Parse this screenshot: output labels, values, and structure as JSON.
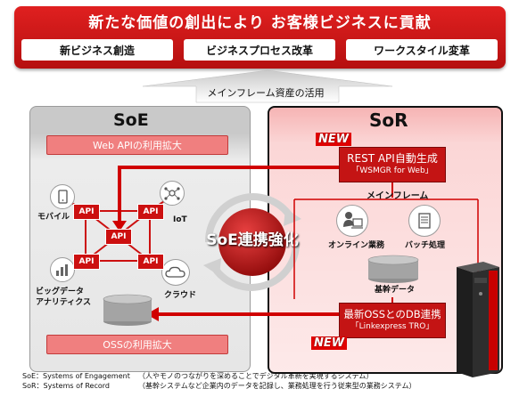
{
  "banner": {
    "title": "新たな価値の創出により お客様ビジネスに貢献",
    "pills": [
      "新ビジネス創造",
      "ビジネスプロセス改革",
      "ワークスタイル変革"
    ]
  },
  "arrow_label": "メインフレーム資産の活用",
  "soe": {
    "title": "SoE",
    "web_api": "Web APIの利用拡大",
    "oss": "OSSの利用拡大",
    "api_label": "API",
    "icons": {
      "mobile": "モバイル",
      "iot": "IoT",
      "cloud": "クラウド",
      "bigdata_line1": "ビッグデータ",
      "bigdata_line2": "アナリティクス"
    }
  },
  "center": {
    "label": "SoE連携強化"
  },
  "sor": {
    "title": "SoR",
    "new_badge": "NEW",
    "rest_line1": "REST API自動生成",
    "rest_line2": "「WSMGR for Web」",
    "mainframe": "メインフレーム",
    "online": "オンライン業務",
    "batch": "バッチ処理",
    "core_data": "基幹データ",
    "oss_line1": "最新OSSとのDB連携",
    "oss_line2": "「Linkexpress TRO」"
  },
  "footer": {
    "line1_term": "SoE：Systems of Engagement",
    "line1_desc": "（人やモノのつながりを深めることでデジタル革新を実現するシステム）",
    "line2_term": "SoR：Systems of Record",
    "line2_desc": "（基幹システムなど企業内のデータを記録し、業務処理を行う従来型の業務システム）"
  },
  "colors": {
    "brand_red": "#c41414",
    "banner_red": "#d81818",
    "light_red": "#f07f7f"
  }
}
